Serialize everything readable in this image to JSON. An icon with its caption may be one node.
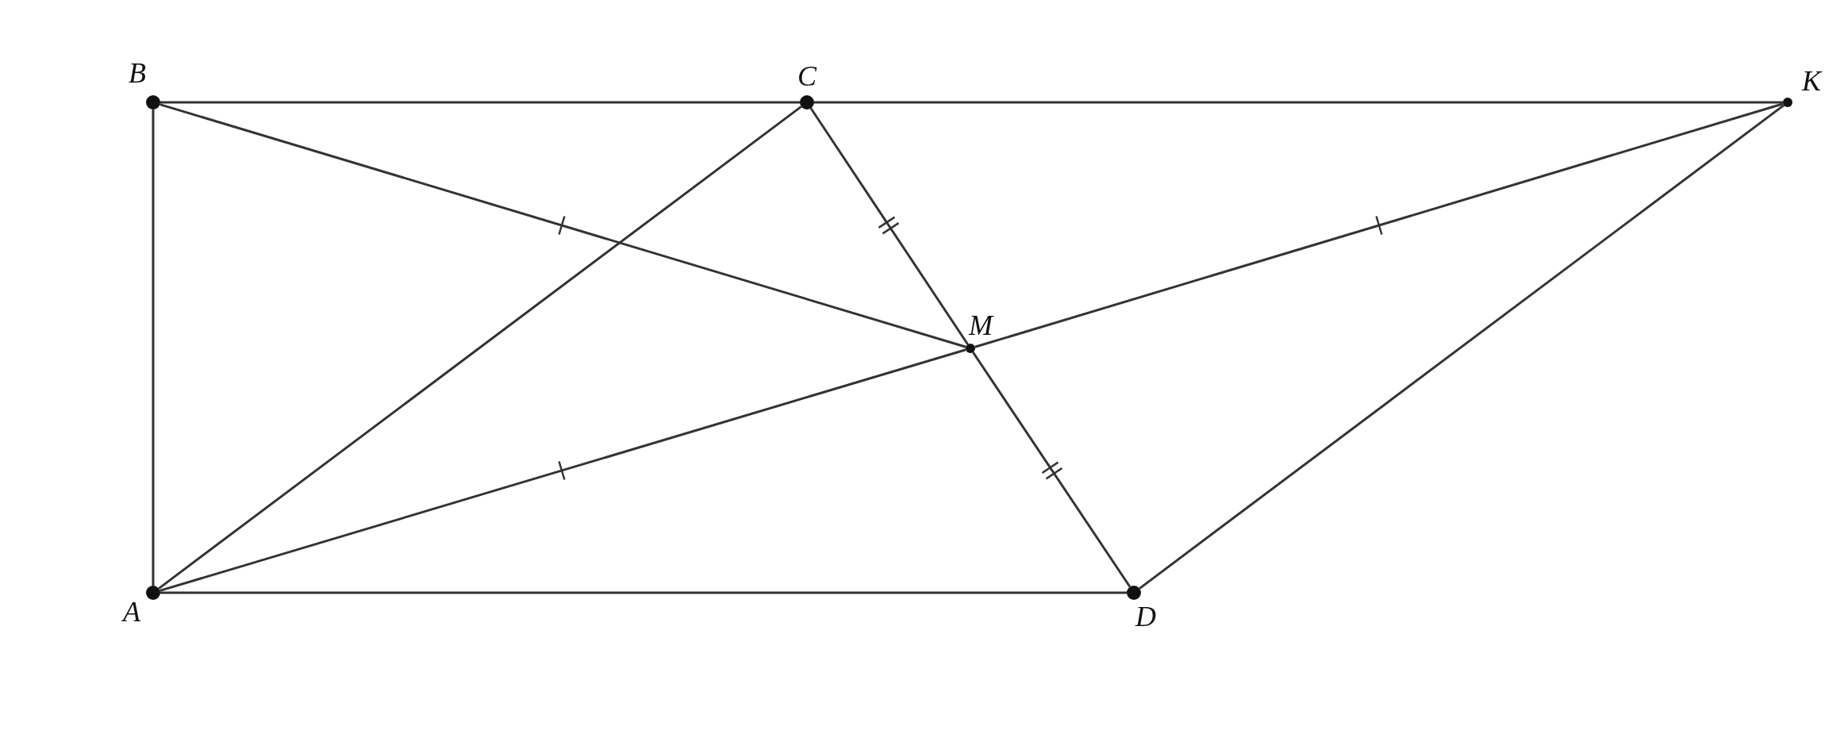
{
  "diagram": {
    "nodes": [
      {
        "text": [],
        "shape": "circle",
        "beside": [
          "B"
        ]
      },
      {
        "text": [],
        "shape": "circle",
        "beside": [
          "C"
        ]
      },
      {
        "text": [],
        "shape": "circle",
        "beside": [
          "K"
        ]
      },
      {
        "text": [],
        "shape": "circle",
        "beside": [
          "M"
        ]
      },
      {
        "text": [],
        "shape": "circle",
        "beside": [
          "A"
        ]
      },
      {
        "text": [],
        "shape": "circle",
        "beside": [
          "D"
        ]
      }
    ],
    "edges": [
      {
        "from": 0,
        "to": 1,
        "arrow": "none"
      },
      {
        "from": 1,
        "to": 2,
        "arrow": "none"
      },
      {
        "from": 0,
        "to": 4,
        "arrow": "none"
      },
      {
        "from": 4,
        "to": 5,
        "arrow": "none"
      },
      {
        "from": 0,
        "to": 3,
        "arrow": "none"
      },
      {
        "from": 3,
        "to": 2,
        "arrow": "none"
      },
      {
        "from": 4,
        "to": 1,
        "arrow": "none"
      },
      {
        "from": 4,
        "to": 3,
        "arrow": "none"
      },
      {
        "from": 1,
        "to": 3,
        "arrow": "none"
      },
      {
        "from": 3,
        "to": 5,
        "arrow": "none"
      },
      {
        "from": 5,
        "to": 2,
        "arrow": "none"
      }
    ]
  }
}
